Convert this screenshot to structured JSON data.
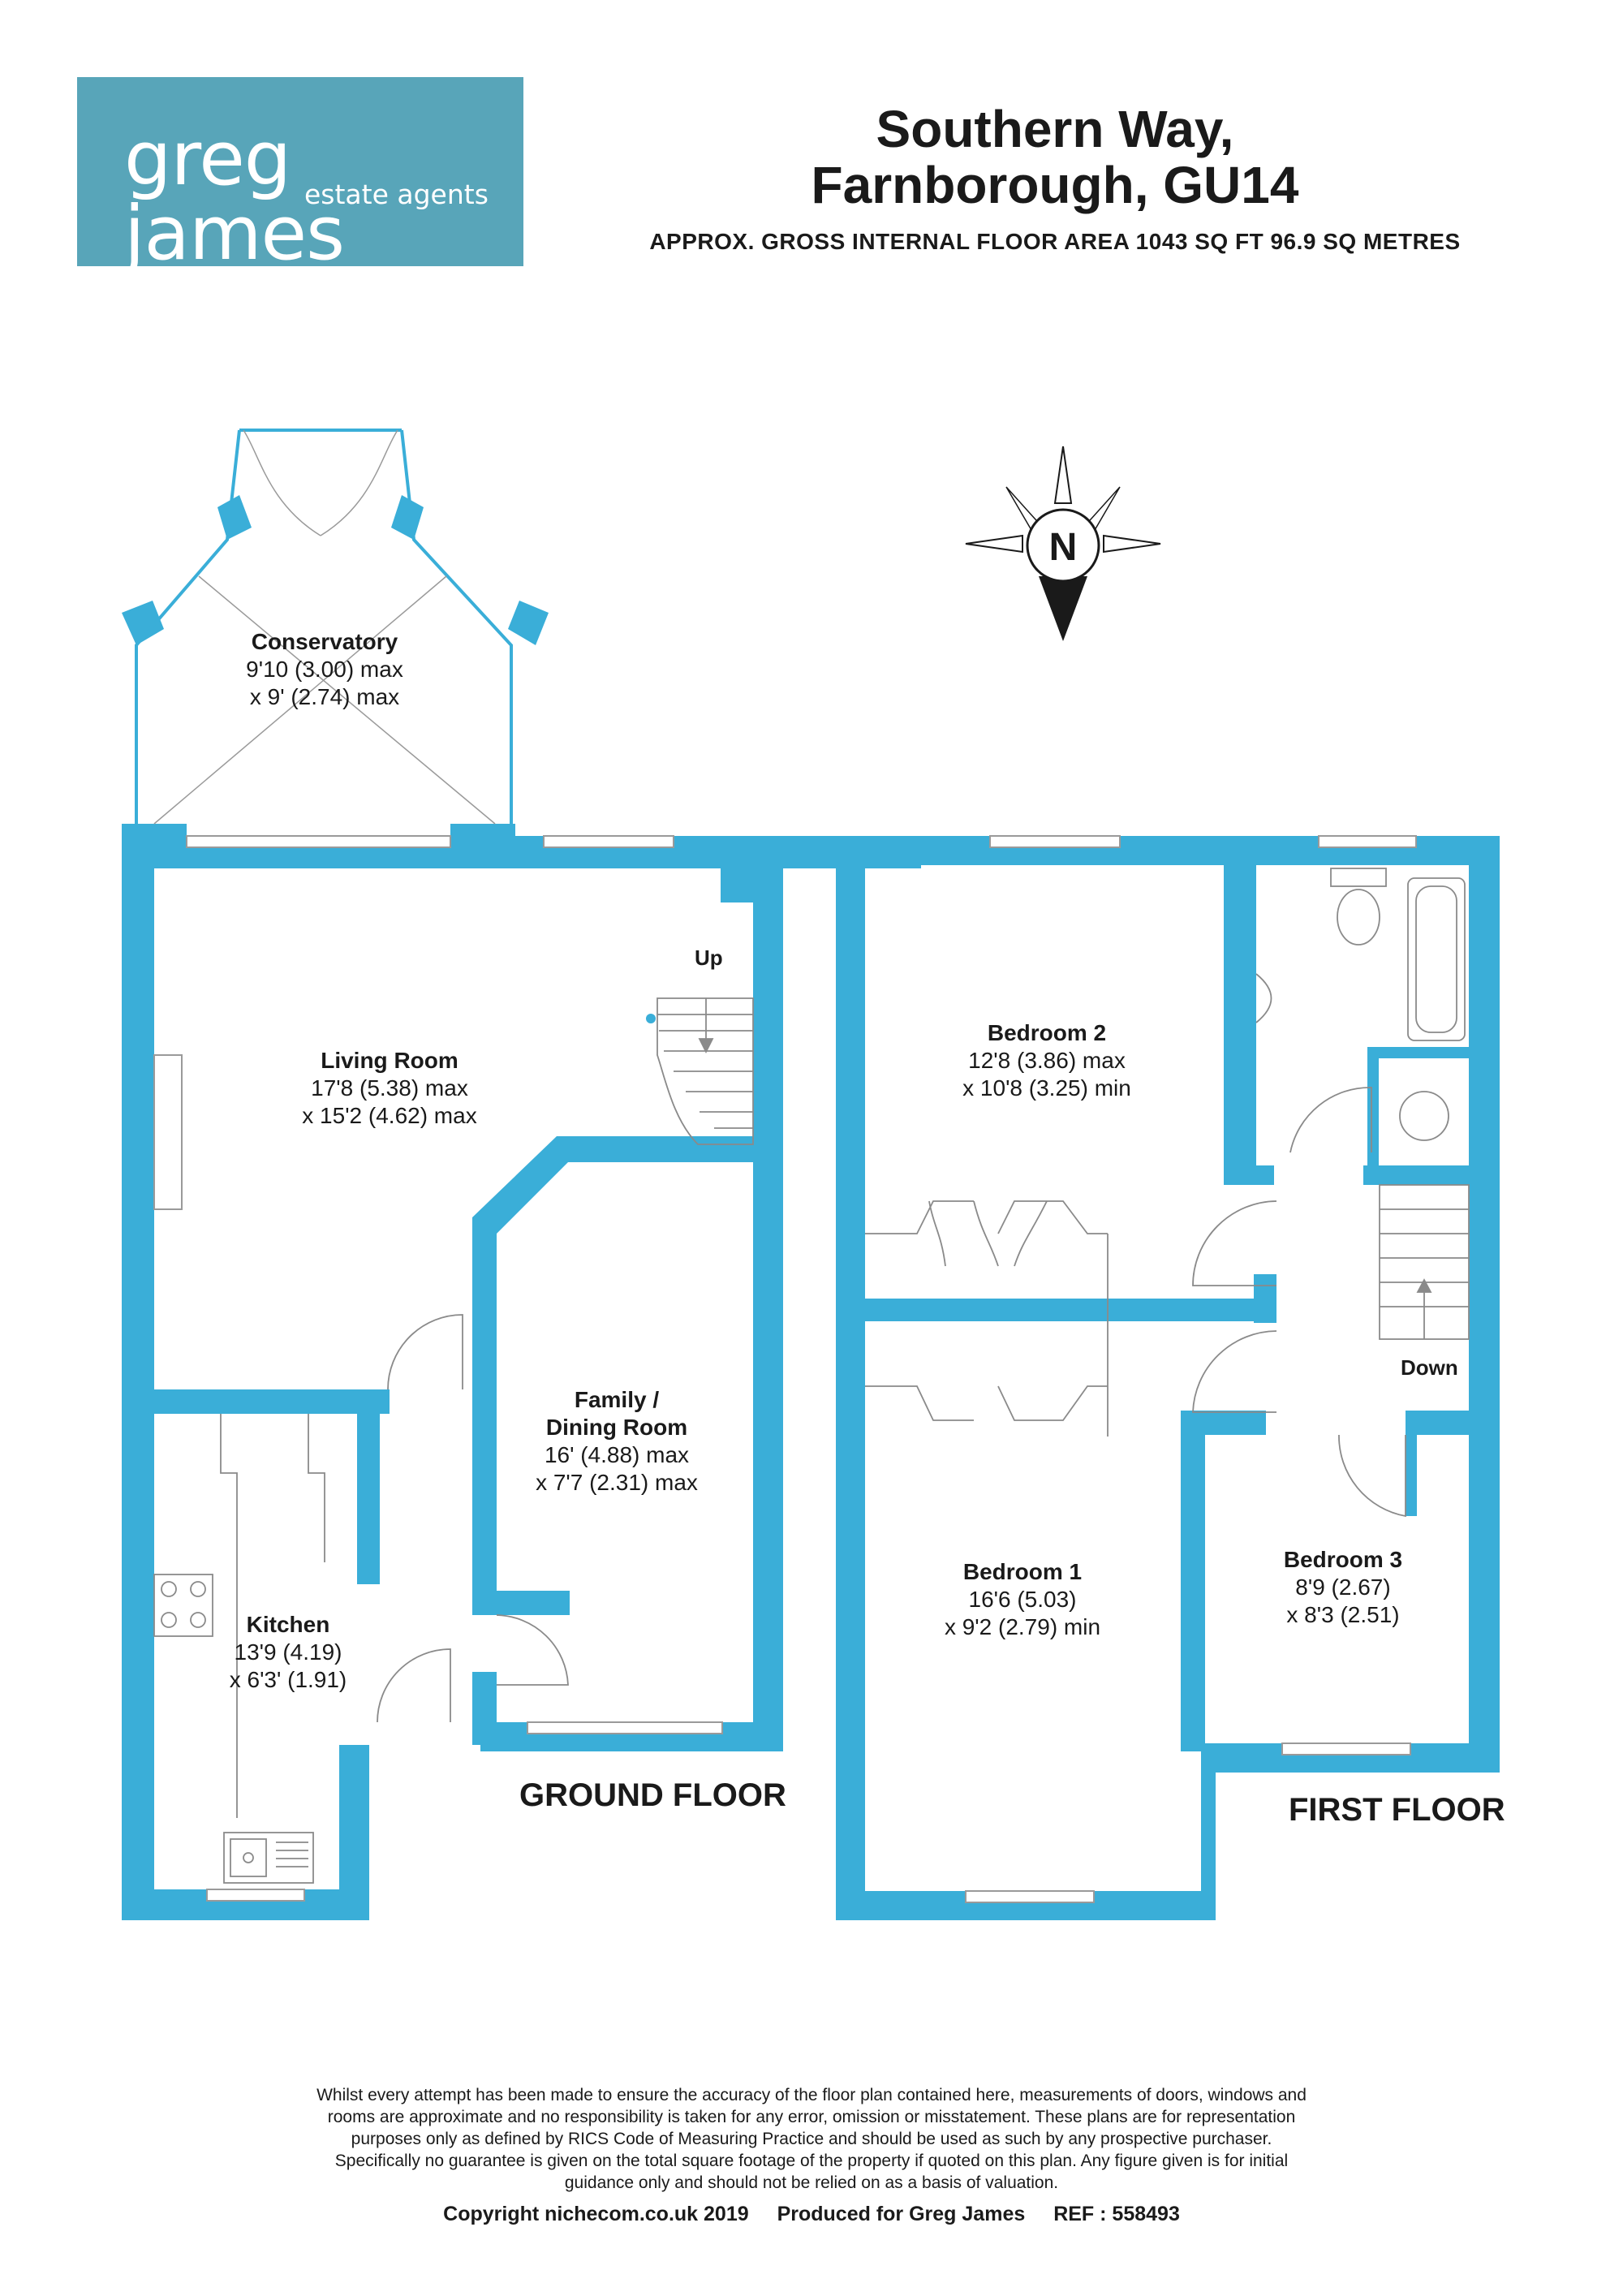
{
  "logo": {
    "main": "greg james",
    "sub": "estate agents",
    "color": "#58a5b9"
  },
  "header": {
    "title_line1": "Southern Way,",
    "title_line2": "Farnborough, GU14",
    "area": "APPROX. GROSS INTERNAL FLOOR AREA 1043 SQ FT 96.9 SQ METRES"
  },
  "compass": {
    "letter": "N"
  },
  "ground_floor": {
    "label": "GROUND FLOOR",
    "rooms": [
      {
        "name": "Conservatory",
        "dim1": "9'10 (3.00) max",
        "dim2": "x 9' (2.74) max"
      },
      {
        "name": "Living Room",
        "dim1": "17'8 (5.38) max",
        "dim2": "x 15'2 (4.62) max"
      },
      {
        "name": "Family /",
        "name2": "Dining Room",
        "dim1": "16' (4.88) max",
        "dim2": "x 7'7 (2.31) max"
      },
      {
        "name": "Kitchen",
        "dim1": "13'9 (4.19)",
        "dim2": "x 6'3' (1.91)"
      }
    ],
    "stairs_label": "Up"
  },
  "first_floor": {
    "label": "FIRST FLOOR",
    "rooms": [
      {
        "name": "Bedroom 2",
        "dim1": "12'8 (3.86) max",
        "dim2": "x 10'8 (3.25) min"
      },
      {
        "name": "Bedroom 1",
        "dim1": "16'6 (5.03)",
        "dim2": "x 9'2 (2.79) min"
      },
      {
        "name": "Bedroom 3",
        "dim1": "8'9 (2.67)",
        "dim2": "x 8'3 (2.51)"
      }
    ],
    "stairs_label": "Down"
  },
  "disclaimer": [
    "Whilst every attempt has been made to ensure the accuracy of the floor plan contained here, measurements of doors, windows and",
    "rooms are approximate and no responsibility is taken for any error, omission or misstatement. These plans are for representation",
    "purposes only as defined by RICS Code of Measuring Practice and should be used as such by any prospective purchaser.",
    "Specifically no guarantee is given on the total square footage of the property if quoted on this plan. Any figure given is for initial",
    "guidance only and should not be relied on as a basis of valuation."
  ],
  "footer": {
    "copyright": "Copyright nichecom.co.uk 2019",
    "produced": "Produced for Greg James",
    "ref": "REF :  558493"
  },
  "colors": {
    "wall": "#3aaed8",
    "text": "#1a1a1a"
  }
}
